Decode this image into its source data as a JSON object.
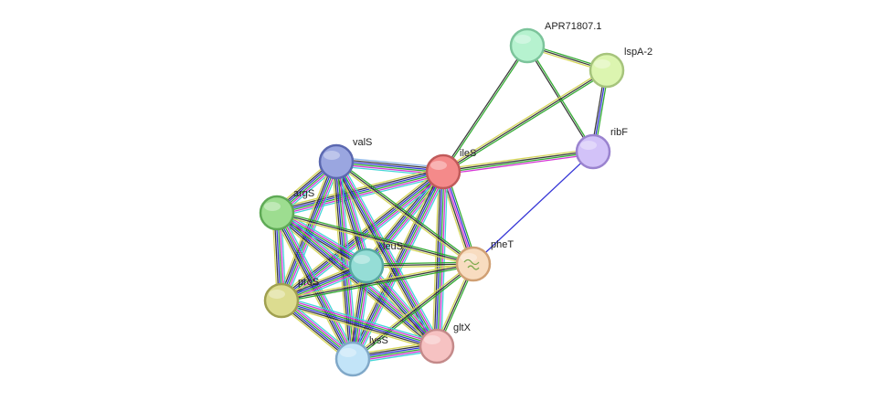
{
  "network": {
    "nodes": [
      {
        "id": "APR71807.1",
        "label": "APR71807.1",
        "fill": "#b6f2cf",
        "stroke": "#7cc49b"
      },
      {
        "id": "lspA-2",
        "label": "lspA-2",
        "fill": "#dcf5b0",
        "stroke": "#a6c47c"
      },
      {
        "id": "ribF",
        "label": "ribF",
        "fill": "#d2c2f8",
        "stroke": "#9a83cf"
      },
      {
        "id": "ileS",
        "label": "ileS",
        "fill": "#f48a8a",
        "stroke": "#c05a5a"
      },
      {
        "id": "valS",
        "label": "valS",
        "fill": "#9aa6e0",
        "stroke": "#5b68b0"
      },
      {
        "id": "argS",
        "label": "argS",
        "fill": "#9ddd90",
        "stroke": "#5faa56"
      },
      {
        "id": "leuS",
        "label": "leuS",
        "fill": "#95ddd6",
        "stroke": "#57aaa2"
      },
      {
        "id": "pheT",
        "label": "pheT",
        "fill": "#f8dcc0",
        "stroke": "#d0a074"
      },
      {
        "id": "proS",
        "label": "proS",
        "fill": "#dcdc90",
        "stroke": "#a0a050"
      },
      {
        "id": "gltX",
        "label": "gltX",
        "fill": "#f6c2c2",
        "stroke": "#c48a8a"
      },
      {
        "id": "lysS",
        "label": "lysS",
        "fill": "#c2e4f8",
        "stroke": "#80a8c8"
      }
    ],
    "edge_colors": {
      "green": "#2aa82a",
      "black": "#333333",
      "yellow": "#d4d450",
      "blue": "#2a2ad4",
      "magenta": "#d42ad4",
      "cyan": "#3ad4d4",
      "purple": "#6a2a9a",
      "lightblue": "#8ab4e8"
    },
    "edges": [
      {
        "a": "APR71807.1",
        "b": "lspA-2",
        "types": [
          "green",
          "black",
          "yellow"
        ]
      },
      {
        "a": "APR71807.1",
        "b": "ribF",
        "types": [
          "green",
          "black"
        ]
      },
      {
        "a": "APR71807.1",
        "b": "ileS",
        "types": [
          "green",
          "black"
        ]
      },
      {
        "a": "lspA-2",
        "b": "ribF",
        "types": [
          "green",
          "blue",
          "black"
        ]
      },
      {
        "a": "lspA-2",
        "b": "ileS",
        "types": [
          "green",
          "black",
          "yellow"
        ]
      },
      {
        "a": "ribF",
        "b": "ileS",
        "types": [
          "magenta",
          "green",
          "black",
          "yellow"
        ]
      },
      {
        "a": "ribF",
        "b": "pheT",
        "types": [
          "blue"
        ]
      },
      {
        "a": "ileS",
        "b": "valS",
        "types": [
          "cyan",
          "magenta",
          "green",
          "blue",
          "black",
          "lightblue"
        ]
      },
      {
        "a": "ileS",
        "b": "argS",
        "types": [
          "cyan",
          "magenta",
          "green",
          "blue",
          "black",
          "yellow"
        ]
      },
      {
        "a": "ileS",
        "b": "leuS",
        "types": [
          "cyan",
          "magenta",
          "green",
          "blue",
          "black",
          "yellow"
        ]
      },
      {
        "a": "ileS",
        "b": "pheT",
        "types": [
          "green",
          "blue",
          "magenta",
          "black",
          "yellow"
        ]
      },
      {
        "a": "ileS",
        "b": "proS",
        "types": [
          "cyan",
          "magenta",
          "green",
          "blue",
          "black",
          "yellow"
        ]
      },
      {
        "a": "ileS",
        "b": "gltX",
        "types": [
          "cyan",
          "magenta",
          "green",
          "blue",
          "black",
          "yellow"
        ]
      },
      {
        "a": "ileS",
        "b": "lysS",
        "types": [
          "cyan",
          "magenta",
          "green",
          "blue",
          "black",
          "yellow"
        ]
      },
      {
        "a": "valS",
        "b": "argS",
        "types": [
          "cyan",
          "magenta",
          "green",
          "blue",
          "black",
          "yellow"
        ]
      },
      {
        "a": "valS",
        "b": "leuS",
        "types": [
          "cyan",
          "magenta",
          "green",
          "blue",
          "black",
          "yellow"
        ]
      },
      {
        "a": "valS",
        "b": "pheT",
        "types": [
          "green",
          "black",
          "yellow"
        ]
      },
      {
        "a": "valS",
        "b": "proS",
        "types": [
          "cyan",
          "magenta",
          "green",
          "blue",
          "black",
          "yellow"
        ]
      },
      {
        "a": "valS",
        "b": "gltX",
        "types": [
          "cyan",
          "magenta",
          "green",
          "blue",
          "black",
          "yellow"
        ]
      },
      {
        "a": "valS",
        "b": "lysS",
        "types": [
          "cyan",
          "magenta",
          "green",
          "blue",
          "black",
          "yellow"
        ]
      },
      {
        "a": "argS",
        "b": "leuS",
        "types": [
          "cyan",
          "magenta",
          "green",
          "blue",
          "black",
          "yellow"
        ]
      },
      {
        "a": "argS",
        "b": "pheT",
        "types": [
          "green",
          "black",
          "yellow"
        ]
      },
      {
        "a": "argS",
        "b": "proS",
        "types": [
          "cyan",
          "magenta",
          "green",
          "blue",
          "black",
          "yellow"
        ]
      },
      {
        "a": "argS",
        "b": "gltX",
        "types": [
          "cyan",
          "magenta",
          "green",
          "blue",
          "black",
          "yellow"
        ]
      },
      {
        "a": "argS",
        "b": "lysS",
        "types": [
          "cyan",
          "magenta",
          "green",
          "blue",
          "black",
          "yellow"
        ]
      },
      {
        "a": "leuS",
        "b": "pheT",
        "types": [
          "green",
          "black",
          "yellow"
        ]
      },
      {
        "a": "leuS",
        "b": "proS",
        "types": [
          "cyan",
          "magenta",
          "green",
          "blue",
          "black",
          "yellow"
        ]
      },
      {
        "a": "leuS",
        "b": "gltX",
        "types": [
          "cyan",
          "magenta",
          "green",
          "blue",
          "black",
          "yellow"
        ]
      },
      {
        "a": "leuS",
        "b": "lysS",
        "types": [
          "cyan",
          "magenta",
          "green",
          "blue",
          "black",
          "yellow"
        ]
      },
      {
        "a": "pheT",
        "b": "proS",
        "types": [
          "green",
          "black",
          "yellow"
        ]
      },
      {
        "a": "pheT",
        "b": "gltX",
        "types": [
          "green",
          "black",
          "yellow"
        ]
      },
      {
        "a": "pheT",
        "b": "lysS",
        "types": [
          "green",
          "black",
          "yellow"
        ]
      },
      {
        "a": "proS",
        "b": "gltX",
        "types": [
          "cyan",
          "magenta",
          "green",
          "blue",
          "black",
          "yellow"
        ]
      },
      {
        "a": "proS",
        "b": "lysS",
        "types": [
          "cyan",
          "magenta",
          "green",
          "blue",
          "black",
          "yellow"
        ]
      },
      {
        "a": "gltX",
        "b": "lysS",
        "types": [
          "cyan",
          "magenta",
          "green",
          "blue",
          "black",
          "yellow"
        ]
      }
    ]
  }
}
